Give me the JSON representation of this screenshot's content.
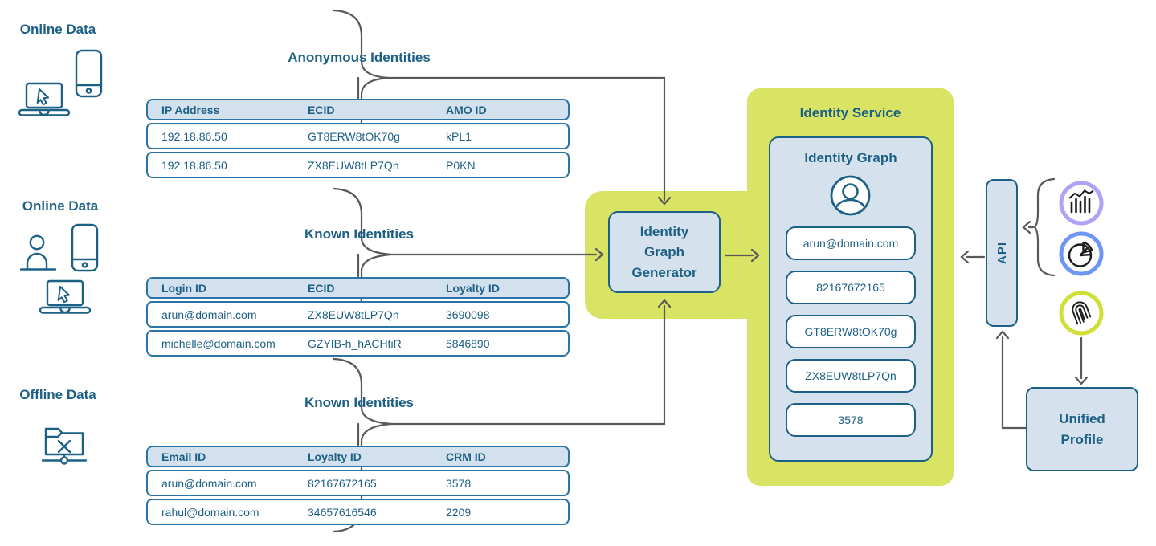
{
  "sections": [
    {
      "label": "Online Data",
      "icons": [
        "smartphone-icon",
        "laptop-cursor-icon"
      ],
      "table_title": "Anonymous Identities",
      "columns": [
        "IP Address",
        "ECID",
        "AMO ID"
      ],
      "rows": [
        [
          "192.18.86.50",
          "GT8ERW8tOK70g",
          "kPL1"
        ],
        [
          "192.18.86.50",
          "ZX8EUW8tLP7Qn",
          "P0KN"
        ]
      ]
    },
    {
      "label": "Online Data",
      "icons": [
        "person-icon",
        "smartphone-icon",
        "laptop-cursor-icon"
      ],
      "table_title": "Known Identities",
      "columns": [
        "Login ID",
        "ECID",
        "Loyalty ID"
      ],
      "rows": [
        [
          "arun@domain.com",
          "ZX8EUW8tLP7Qn",
          "3690098"
        ],
        [
          "michelle@domain.com",
          "GZYIB-h_hACHtiR",
          "5846890"
        ]
      ]
    },
    {
      "label": "Offline Data",
      "icons": [
        "offline-folder-icon"
      ],
      "table_title": "Known Identities",
      "columns": [
        "Email ID",
        "Loyalty ID",
        "CRM ID"
      ],
      "rows": [
        [
          "arun@domain.com",
          "82167672165",
          "3578"
        ],
        [
          "rahul@domain.com",
          "34657616546",
          "2209"
        ]
      ]
    }
  ],
  "generator": {
    "label": "Identity Graph Generator"
  },
  "identity_service": {
    "title": "Identity Service",
    "identity_graph": {
      "title": "Identity Graph",
      "avatar_icon": "user-avatar-icon",
      "identifiers": [
        "arun@domain.com",
        "82167672165",
        "GT8ERW8tOK70g",
        "ZX8EUW8tLP7Qn",
        "3578"
      ]
    }
  },
  "api": {
    "label": "API"
  },
  "unified_profile": {
    "label": "Unified Profile"
  },
  "app_icons": [
    "analytics-chart-icon",
    "audience-pie-icon",
    "platform-logo-icon"
  ],
  "colors": {
    "primary_blue": "#1d6086",
    "table_border_blue": "#2a74a7",
    "light_blue_fill": "#d5e2ee",
    "header_fill": "#d2e1ed",
    "green_highlight": "#d9e464",
    "line_gray": "#59595b",
    "analytics_ring": "#b2a1f5",
    "audience_ring": "#6e96f4",
    "platform_ring": "#cfdf35"
  }
}
